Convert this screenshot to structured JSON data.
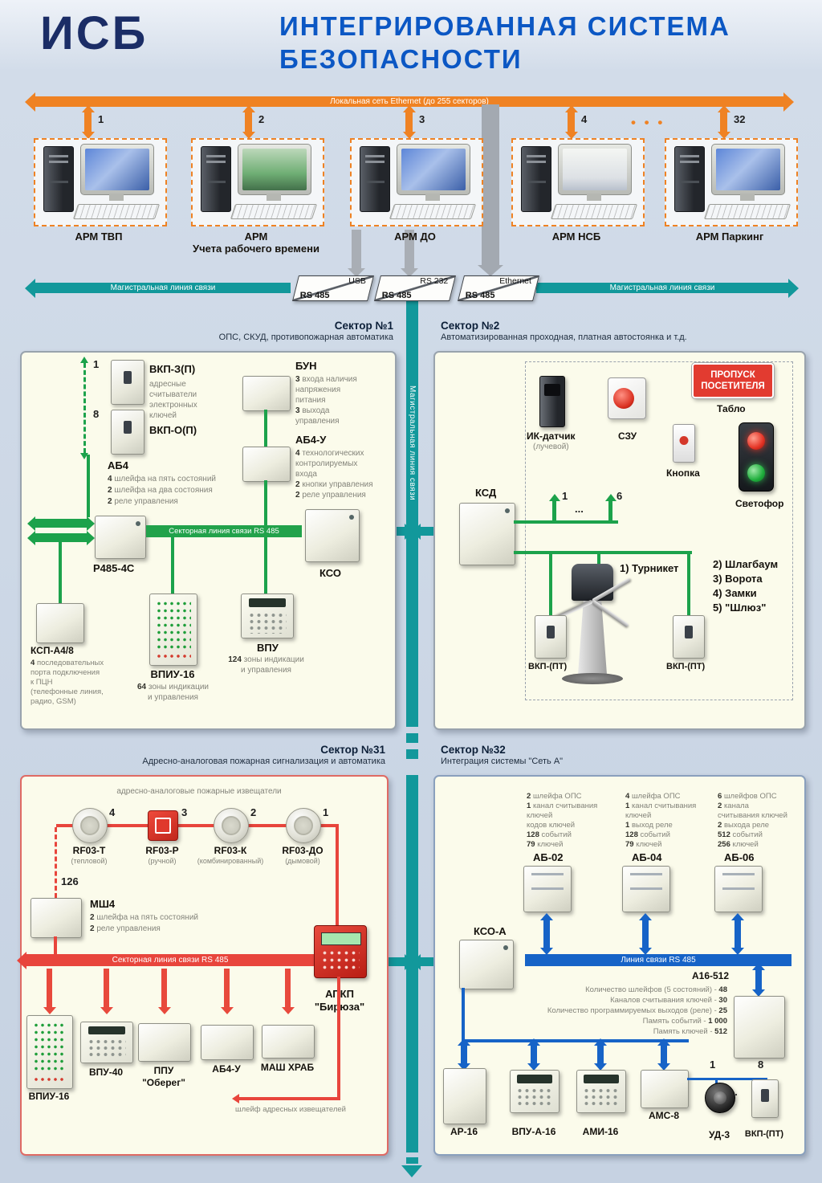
{
  "header": {
    "logo": "ИСБ",
    "title1": "ИНТЕГРИРОВАННАЯ СИСТЕМА",
    "title2": "БЕЗОПАСНОСТИ"
  },
  "colors": {
    "orange": "#ef8223",
    "teal": "#12989b",
    "green": "#1ca24b",
    "red": "#e8453c",
    "blue": "#1663c7"
  },
  "network": {
    "ethernet_label": "Локальная сеть Ethernet (до 255 секторов)",
    "trunk_left": "Магистральная линия связи",
    "trunk_right": "Магистральная линия связи",
    "trunk_vertical": "Магистральная линия связи",
    "ws_dots": "• • •",
    "converters": [
      {
        "top": "USB",
        "bottom": "RS 485"
      },
      {
        "top": "RS 232",
        "bottom": "RS 485"
      },
      {
        "top": "Ethernet",
        "bottom": "RS 485"
      }
    ]
  },
  "workstations": [
    {
      "num": "1",
      "label": "АРМ ТВП"
    },
    {
      "num": "2",
      "label": "АРМ",
      "sub": "Учета рабочего времени"
    },
    {
      "num": "3",
      "label": "АРМ ДО"
    },
    {
      "num": "4",
      "label": "АРМ НСБ"
    },
    {
      "num": "32",
      "label": "АРМ Паркинг"
    }
  ],
  "sector1": {
    "title": "Сектор №1",
    "subtitle": "ОПС, СКУД, противопожарная автоматика",
    "num_top": "1",
    "num_bottom": "8",
    "reader_top_name": "ВКП-З(П)",
    "reader_bottom_name": "ВКП-О(П)",
    "reader_desc": [
      "адресные",
      "считыватели",
      "электронных",
      "ключей"
    ],
    "ab4_name": "АБ4",
    "ab4_desc": [
      {
        "b": "4 ",
        "t": "шлейфа на пять состояний"
      },
      {
        "b": "2 ",
        "t": "шлейфа на два состояния"
      },
      {
        "b": "2 ",
        "t": "реле управления"
      }
    ],
    "bun_name": "БУН",
    "bun_desc": [
      {
        "b": "3 ",
        "t": "входа наличия"
      },
      {
        "t": "напряжения"
      },
      {
        "t": "питания"
      },
      {
        "b": "3 ",
        "t": "выхода"
      },
      {
        "t": "управления"
      }
    ],
    "ab4u_name": "АБ4-У",
    "ab4u_desc": [
      {
        "b": "4 ",
        "t": "технологических"
      },
      {
        "t": "контролируемых"
      },
      {
        "t": "входа"
      },
      {
        "b": "2 ",
        "t": "кнопки управления"
      },
      {
        "b": "2 ",
        "t": "реле управления"
      }
    ],
    "line_label": "Секторная линия связи RS 485",
    "r485_name": "Р485-4С",
    "kso_name": "КСО",
    "ksp_name": "КСП-А4/8",
    "ksp_desc": [
      {
        "b": "4 ",
        "t": "последовательных"
      },
      {
        "t": "порта подключения"
      },
      {
        "t": "к ПЦН"
      },
      {
        "t": "(телефонные линия,"
      },
      {
        "t": "радио, GSM)"
      }
    ],
    "vpiu_name": "ВПИУ-16",
    "vpiu_desc": [
      {
        "b": "64 ",
        "t": "зоны индикации"
      },
      {
        "t": "и управления"
      }
    ],
    "vpu_name": "ВПУ",
    "vpu_desc": [
      {
        "b": "124 ",
        "t": "зоны индикации"
      },
      {
        "t": "и управления"
      }
    ]
  },
  "sector2": {
    "title": "Сектор №2",
    "subtitle": "Автоматизированная проходная, платная автостоянка и т.д.",
    "ik_name": "ИК-датчик",
    "ik_sub": "(лучевой)",
    "szu_name": "СЗУ",
    "badge_line1": "ПРОПУСК",
    "badge_line2": "ПОСЕТИТЕЛЯ",
    "tablo": "Табло",
    "knopka": "Кнопка",
    "svetofor": "Светофор",
    "ksd_name": "КСД",
    "num_left": "1",
    "num_dots": "...",
    "num_right": "6",
    "turnstile_label": "1) Турникет",
    "gate_list": [
      "2) Шлагбаум",
      "3) Ворота",
      "4) Замки",
      "5) \"Шлюз\""
    ],
    "vkp_left": "ВКП-(ПТ)",
    "vkp_right": "ВКП-(ПТ)"
  },
  "sector31": {
    "title": "Сектор №31",
    "subtitle": "Адресно-аналоговая пожарная сигнализация и автоматика",
    "caption": "адресно-аналоговые пожарные извещатели",
    "detectors": [
      {
        "num": "4",
        "name": "RF03-Т",
        "sub": "(тепловой)"
      },
      {
        "num": "3",
        "name": "RF03-Р",
        "sub": "(ручной)"
      },
      {
        "num": "2",
        "name": "RF03-К",
        "sub": "(комбинированный)"
      },
      {
        "num": "1",
        "name": "RF03-ДО",
        "sub": "(дымовой)"
      }
    ],
    "loop_count": "126",
    "msh4_name": "МШ4",
    "msh4_desc": [
      {
        "b": "2 ",
        "t": "шлейфа на пять состояний"
      },
      {
        "b": "2 ",
        "t": "реле управления"
      }
    ],
    "line_label": "Секторная линия связи RS 485",
    "apkp_name": "АПКП",
    "apkp_sub": "\"Бирюза\"",
    "vpiu_name": "ВПИУ-16",
    "vpu40_name": "ВПУ-40",
    "ppu_name": "ППУ",
    "ppu_sub": "\"Оберег\"",
    "ab4u_name": "АБ4-У",
    "mash_name": "МАШ ХРАБ",
    "loop_label": "шлейф адресных извещателей"
  },
  "sector32": {
    "title": "Сектор №32",
    "subtitle": "Интеграция системы \"Сеть А\"",
    "ab02_name": "АБ-02",
    "ab02_desc": [
      {
        "b": "2 ",
        "t": "шлейфа ОПС"
      },
      {
        "b": "1 ",
        "t": "канал считывания"
      },
      {
        "t": "ключей"
      },
      {
        "t": "кодов ключей"
      },
      {
        "b": "128 ",
        "t": "событий"
      },
      {
        "b": "79 ",
        "t": "ключей"
      }
    ],
    "ab04_name": "АБ-04",
    "ab04_desc": [
      {
        "b": "4 ",
        "t": "шлейфа ОПС"
      },
      {
        "b": "1 ",
        "t": "канал считывания"
      },
      {
        "t": "ключей"
      },
      {
        "b": "1 ",
        "t": "выход реле"
      },
      {
        "b": "128 ",
        "t": "событий"
      },
      {
        "b": "79 ",
        "t": "ключей"
      }
    ],
    "ab06_name": "АБ-06",
    "ab06_desc": [
      {
        "b": "6 ",
        "t": "шлейфов ОПС"
      },
      {
        "b": "2 ",
        "t": "канала"
      },
      {
        "t": "считывания ключей"
      },
      {
        "b": "2 ",
        "t": "выхода реле"
      },
      {
        "b": "512 ",
        "t": "событий"
      },
      {
        "b": "256 ",
        "t": "ключей"
      }
    ],
    "ksoa_name": "КСО-А",
    "line_label": "Линия связи RS 485",
    "a16_name": "А16-512",
    "a16_specs": [
      {
        "pre": "Количество шлейфов (5 состояний) - ",
        "b": "48"
      },
      {
        "pre": "Каналов считывания ключей - ",
        "b": "30"
      },
      {
        "pre": "Количество программируемых выходов (реле) - ",
        "b": "25"
      },
      {
        "pre": "Память событий - ",
        "b": "1 000"
      },
      {
        "pre": "Память ключей - ",
        "b": "512"
      }
    ],
    "ar16": "АР-16",
    "vpua16": "ВПУ-А-16",
    "ami16": "АМИ-16",
    "ams8": "АМС-8",
    "ud3": "УД-3",
    "vkp": "ВКП-(ПТ)",
    "num1": "1",
    "num8": "8",
    "dots": "..."
  }
}
